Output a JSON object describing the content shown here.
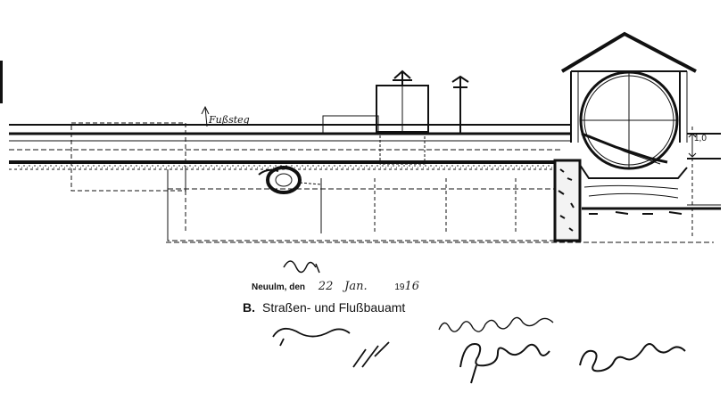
{
  "stamp": {
    "city": "Neuulm, den",
    "day": "22",
    "month": "Jan.",
    "year_prefix": "19",
    "year_suffix": "16"
  },
  "office": {
    "letter": "B.",
    "name": "Straßen- und Flußbauamt"
  },
  "drawing": {
    "dimension_label": "1,0",
    "annotation_left": "Fußsteg"
  }
}
